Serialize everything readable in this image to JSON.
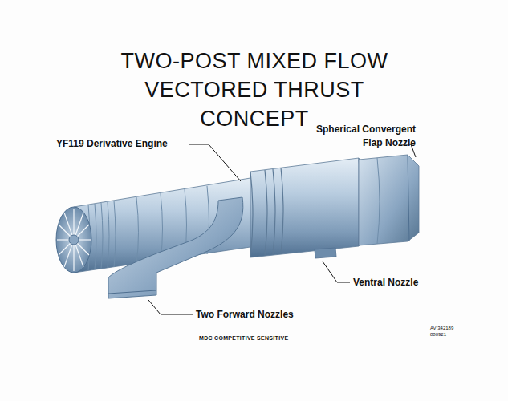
{
  "diagram": {
    "title": "TWO-POST MIXED FLOW VECTORED THRUST CONCEPT",
    "labels": [
      "YF119 Derivative Engine",
      "Spherical Convergent Flap Nozzle",
      "Ventral Nozzle",
      "Two Forward Nozzles",
      "MDC COMPETITIVE SENSITIVE",
      "AV 342189",
      "880921"
    ]
  }
}
